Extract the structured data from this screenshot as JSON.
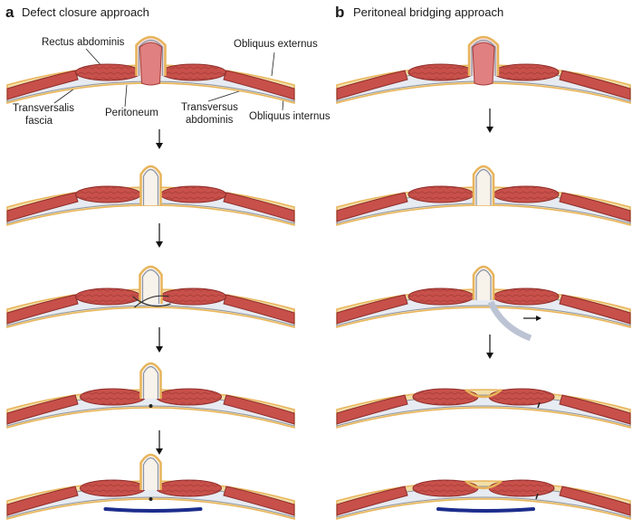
{
  "panels": [
    {
      "letter": "a",
      "title": "Defect closure approach",
      "labels": {
        "rectus": "Rectus abdominis",
        "obl_ext": "Obliquus externus",
        "transversalis_1": "Transversalis",
        "transversalis_2": "fascia",
        "peritoneum": "Peritoneum",
        "transversus_1": "Transversus",
        "transversus_2": "abdominis",
        "obl_int": "Obliquus internus"
      }
    },
    {
      "letter": "b",
      "title": "Peritoneal bridging approach"
    }
  ],
  "colors": {
    "muscle": "#c8504a",
    "muscle_dark": "#8e2d2a",
    "fat": "#e8b45a",
    "fascia": "#c9d0dc",
    "mesh": "#1c2d8c",
    "herniated_bowel": "#e08080"
  }
}
